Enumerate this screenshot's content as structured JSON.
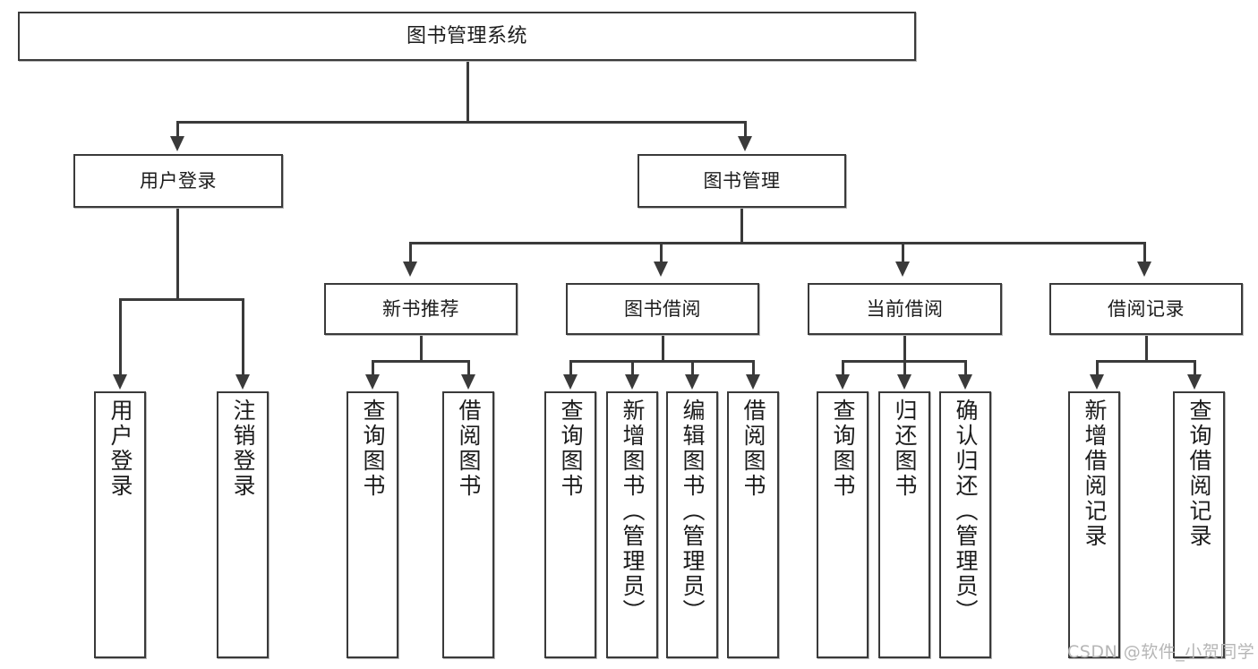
{
  "diagram": {
    "type": "tree-hierarchy-diagram",
    "title": "图书管理系统",
    "colors": {
      "box_border": "#3a3a3a",
      "box_fill": "#ffffff",
      "connector": "#3a3a3a",
      "text": "#1c1c1c",
      "watermark": "#b6b6b6",
      "background": "#ffffff"
    },
    "nodes": {
      "root": {
        "label": "图书管理系统"
      },
      "level2": [
        {
          "label": "用户登录"
        },
        {
          "label": "图书管理"
        }
      ],
      "level3": [
        {
          "label": "新书推荐"
        },
        {
          "label": "图书借阅"
        },
        {
          "label": "当前借阅"
        },
        {
          "label": "借阅记录"
        }
      ],
      "leaves_user_login": [
        {
          "label": "用户登录"
        },
        {
          "label": "注销登录"
        }
      ],
      "leaves_new_book": [
        {
          "label": "查询图书"
        },
        {
          "label": "借阅图书"
        }
      ],
      "leaves_borrow": [
        {
          "label": "查询图书"
        },
        {
          "label": "新增图书（管理员）"
        },
        {
          "label": "编辑图书（管理员）"
        },
        {
          "label": "借阅图书"
        }
      ],
      "leaves_current": [
        {
          "label": "查询图书"
        },
        {
          "label": "归还图书"
        },
        {
          "label": "确认归还（管理员）"
        }
      ],
      "leaves_records": [
        {
          "label": "新增借阅记录"
        },
        {
          "label": "查询借阅记录"
        }
      ]
    }
  },
  "watermark": {
    "text": "CSDN @软件_小贺同学"
  }
}
